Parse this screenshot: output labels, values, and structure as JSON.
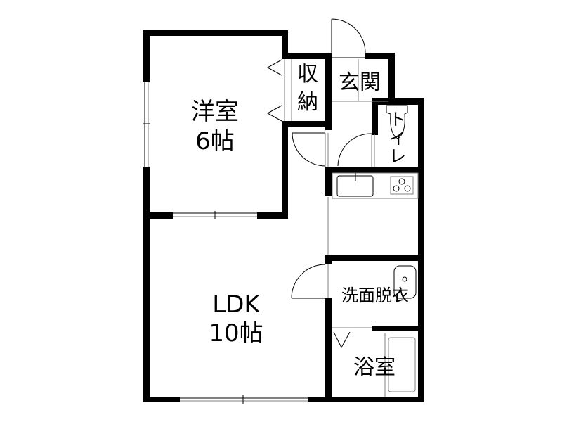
{
  "floorplan": {
    "rooms": [
      {
        "id": "western-room",
        "name": "洋室",
        "size": "6帖"
      },
      {
        "id": "storage",
        "name_line1": "収",
        "name_line2": "納"
      },
      {
        "id": "entrance",
        "name": "玄関"
      },
      {
        "id": "toilet",
        "name_line1": "ト",
        "name_line2": "イ",
        "name_line3": "レ"
      },
      {
        "id": "ldk",
        "name": "LDK",
        "size": "10帖"
      },
      {
        "id": "washroom",
        "name": "洗面脱衣"
      },
      {
        "id": "bathroom",
        "name": "浴室"
      }
    ],
    "colors": {
      "wall": "#000000",
      "line": "#000000",
      "grey": "#808080",
      "background": "#ffffff"
    }
  }
}
